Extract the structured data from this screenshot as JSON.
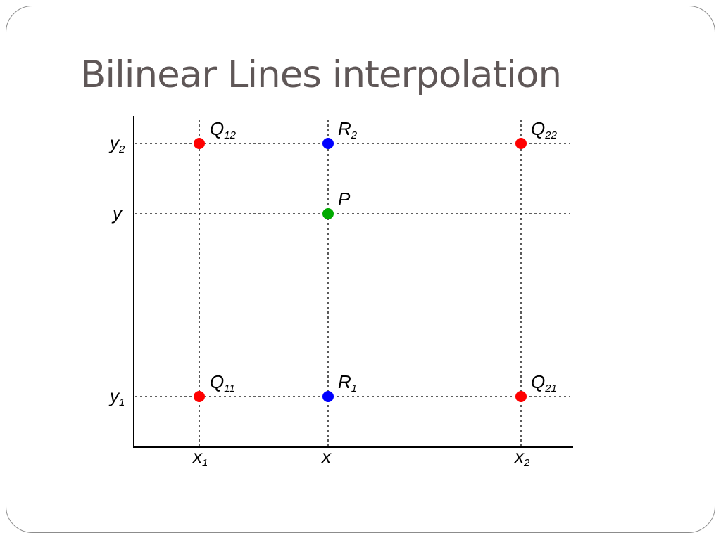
{
  "slide": {
    "title": "Bilinear Lines interpolation"
  },
  "diagram": {
    "points": [
      {
        "id": "Q12",
        "label": "Q",
        "sub": "12",
        "color": "#ff0000"
      },
      {
        "id": "R2",
        "label": "R",
        "sub": "2",
        "color": "#0000ff"
      },
      {
        "id": "Q22",
        "label": "Q",
        "sub": "22",
        "color": "#ff0000"
      },
      {
        "id": "P",
        "label": "P",
        "sub": "",
        "color": "#00aa00"
      },
      {
        "id": "Q11",
        "label": "Q",
        "sub": "11",
        "color": "#ff0000"
      },
      {
        "id": "R1",
        "label": "R",
        "sub": "1",
        "color": "#0000ff"
      },
      {
        "id": "Q21",
        "label": "Q",
        "sub": "21",
        "color": "#ff0000"
      }
    ],
    "x_ticks": [
      {
        "label": "x",
        "sub": "1"
      },
      {
        "label": "x",
        "sub": ""
      },
      {
        "label": "x",
        "sub": "2"
      }
    ],
    "y_ticks": [
      {
        "label": "y",
        "sub": "2"
      },
      {
        "label": "y",
        "sub": ""
      },
      {
        "label": "y",
        "sub": "1"
      }
    ]
  }
}
